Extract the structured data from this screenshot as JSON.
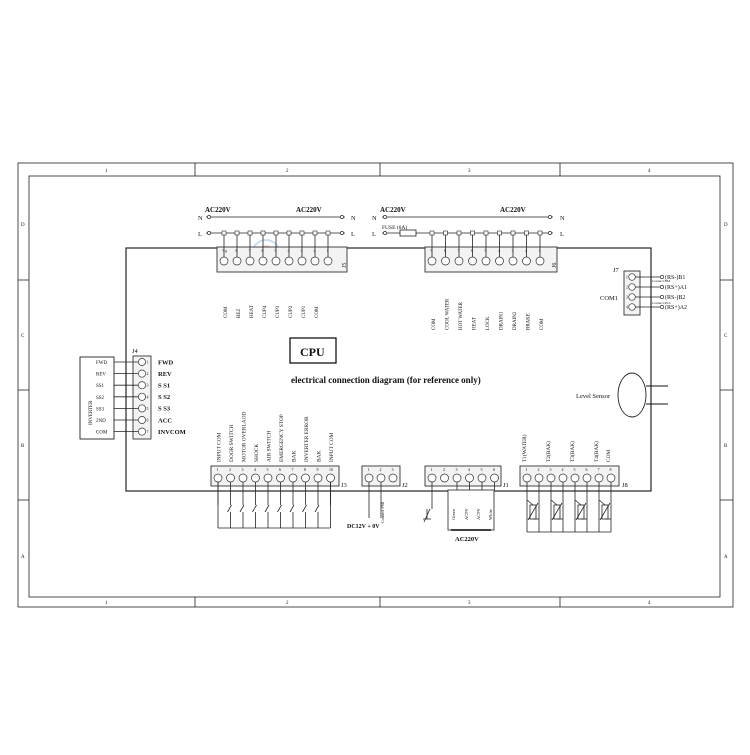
{
  "frame": {
    "col_marks": [
      "1",
      "2",
      "3",
      "4"
    ],
    "row_marks": [
      "D",
      "C",
      "B",
      "A"
    ]
  },
  "title": {
    "cpu": "CPU",
    "subtitle": "electrical connection diagram (for reference only)"
  },
  "power": {
    "left_ac": "AC220V",
    "right_ac": "AC220V",
    "n_label": "N",
    "l_label": "L",
    "fuse_label": "FUSE (6A)"
  },
  "j5": {
    "id": "J5",
    "pins": [
      "9",
      "8",
      "7",
      "6",
      "5",
      "4",
      "3",
      "2",
      "1"
    ],
    "signals": [
      "COM",
      "BEZ",
      "HEAT",
      "CUP4",
      "CUP3",
      "CUP2",
      "CUP1",
      "COM"
    ]
  },
  "j6": {
    "id": "J6",
    "pins": [
      "9",
      "8",
      "7",
      "6",
      "5",
      "4",
      "3",
      "2",
      "1"
    ],
    "signals": [
      "COM",
      "COOL WATER",
      "HOT WATER",
      "HEAT",
      "LOCK",
      "DRAIN1",
      "DRAIN2",
      "BRAKE",
      "COM"
    ]
  },
  "j7": {
    "id": "J7",
    "pins": [
      "1",
      "2",
      "3",
      "4"
    ],
    "group": "COM1",
    "signals": [
      "(RS-)B1",
      "(RS+)A1",
      "(RS-)B2",
      "(RS+)A2"
    ],
    "notes": [
      "Connect BM",
      "Connect PLC"
    ]
  },
  "j4": {
    "id": "J4",
    "pins": [
      "1",
      "2",
      "3",
      "4",
      "5",
      "6",
      "7"
    ],
    "inner": [
      "FWD",
      "REV",
      "SS1",
      "SS2",
      "SS3",
      "2ND",
      "COM"
    ],
    "outer": [
      "FWD",
      "REV",
      "S S1",
      "S S2",
      "S S3",
      "ACC",
      "INVCOM"
    ],
    "group": "INVERTER"
  },
  "level_sensor": "Level Sensor",
  "j3": {
    "id": "J3",
    "pins": [
      "1",
      "2",
      "3",
      "4",
      "5",
      "6",
      "7",
      "8",
      "9",
      "10"
    ],
    "signals": [
      "INPUT COM",
      "DOOR SWITCH",
      "MOTOR OVERLAOD",
      "SHOCK",
      "AIR SWITCH",
      "EMERGENCY STOP",
      "BAK",
      "INVERTER ERROR",
      "BAK",
      "INPUT COM"
    ]
  },
  "j2": {
    "id": "J2",
    "pins": [
      "1",
      "2",
      "3"
    ],
    "caption": "DC12V + 0V",
    "note": "Connect PMI"
  },
  "j1": {
    "id": "J1",
    "pins": [
      "1",
      "2",
      "3",
      "4",
      "5",
      "6"
    ],
    "wires": [
      "Green",
      "AC9V",
      "AC9V",
      "White"
    ],
    "caption": "AC220V"
  },
  "j8": {
    "id": "J8",
    "pins": [
      "1",
      "2",
      "3",
      "4",
      "5",
      "6",
      "7",
      "8"
    ],
    "signals": [
      "T1(WATER)",
      "T2(BAK)",
      "T3(BAK)",
      "T4(BAK)",
      "COM"
    ]
  },
  "colors": {
    "line": "#111111",
    "watermark": "#9ec5e8"
  }
}
